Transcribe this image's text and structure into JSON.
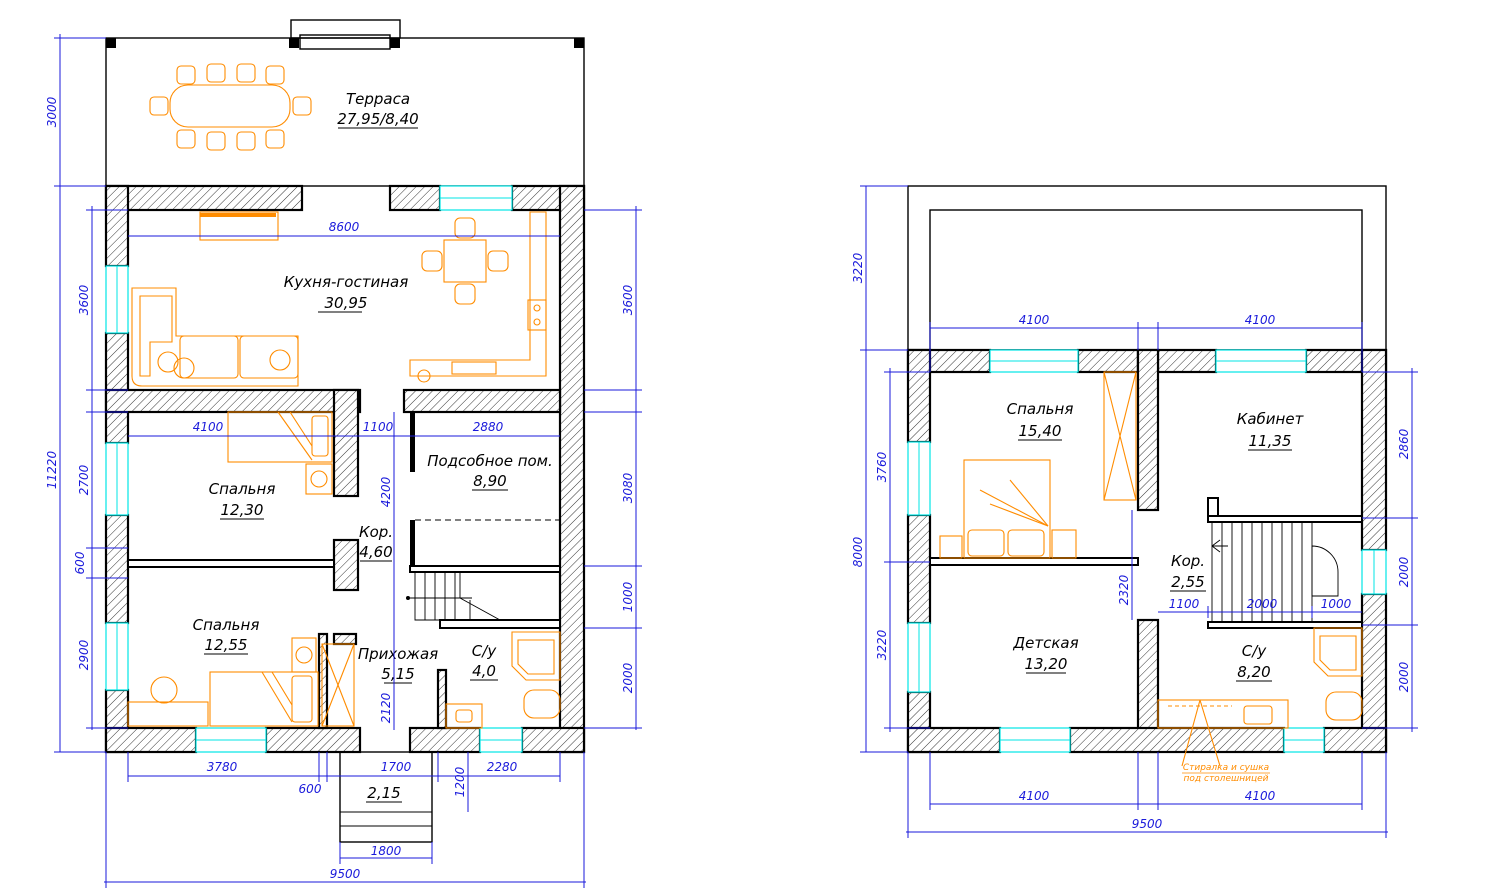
{
  "colors": {
    "walls": "#000000",
    "dimensions": "#1a1adb",
    "furniture": "#ff8c00",
    "windows": "#00e5e5"
  },
  "ground_floor": {
    "rooms": [
      {
        "name": "Терраса",
        "area": "27,95/8,40"
      },
      {
        "name": "Кухня-гостиная",
        "area": "30,95"
      },
      {
        "name": "Спальня",
        "area": "12,30"
      },
      {
        "name": "Подсобное пом.",
        "area": "8,90"
      },
      {
        "name": "Кор.",
        "area": "4,60"
      },
      {
        "name": "Спальня",
        "area": "12,55"
      },
      {
        "name": "Прихожая",
        "area": "5,15"
      },
      {
        "name": "С/у",
        "area": "4,0"
      },
      {
        "name": "",
        "area": "2,15"
      }
    ],
    "dims": {
      "terrace_depth": "3000",
      "overall_depth": "11220",
      "left_upper": "3600",
      "left_mid": "2700",
      "left_gap": "600",
      "left_lower": "2900",
      "kitchen_width": "8600",
      "right_upper": "3600",
      "right_mid": "3080",
      "right_stair": "1000",
      "right_lower": "2000",
      "bed_width": "4100",
      "corridor_width": "1100",
      "utility_width": "2880",
      "corridor_len": "4200",
      "hall_len": "2120",
      "bottom_bed": "3780",
      "bottom_hall": "1700",
      "bottom_wc": "2280",
      "bottom_gap": "600",
      "porch_depth": "1200",
      "porch_width": "1800",
      "overall_width": "9500"
    }
  },
  "upper_floor": {
    "rooms": [
      {
        "name": "Спальня",
        "area": "15,40"
      },
      {
        "name": "Кабинет",
        "area": "11,35"
      },
      {
        "name": "Кор.",
        "area": "2,55"
      },
      {
        "name": "Детская",
        "area": "13,20"
      },
      {
        "name": "С/у",
        "area": "8,20"
      }
    ],
    "dims": {
      "balcony_depth": "3220",
      "overall_depth": "8000",
      "left_upper": "3760",
      "left_lower": "3220",
      "top_left": "4100",
      "top_right": "4100",
      "right_upper": "2860",
      "right_mid": "2000",
      "right_lower": "2000",
      "corridor_len": "2320",
      "c1": "1100",
      "c2": "2000",
      "c3": "1000",
      "bottom_left": "4100",
      "bottom_right": "4100",
      "overall_width": "9500"
    },
    "note_line1": "Стиралка и сушка",
    "note_line2": "под столешницей"
  }
}
